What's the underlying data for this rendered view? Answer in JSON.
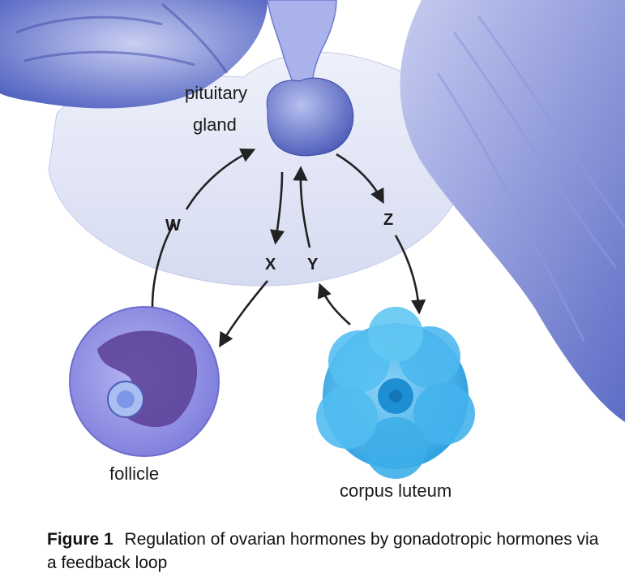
{
  "labels": {
    "pituitary_line1": "pituitary",
    "pituitary_line2": "gland",
    "follicle": "follicle",
    "corpus_luteum": "corpus luteum",
    "w": "W",
    "x": "X",
    "y": "Y",
    "z": "Z"
  },
  "caption": {
    "figure": "Figure 1",
    "text": "Regulation of ovarian hormones by gonadotropic hormones via a feedback loop"
  },
  "colors": {
    "brain_dark": "#5f6fc9",
    "brain_light": "#dfe3f5",
    "pituitary": "#6f7fd6",
    "follicle": "#8f8fe6",
    "corpus_luteum": "#3fb2ea",
    "arrow": "#222222"
  }
}
